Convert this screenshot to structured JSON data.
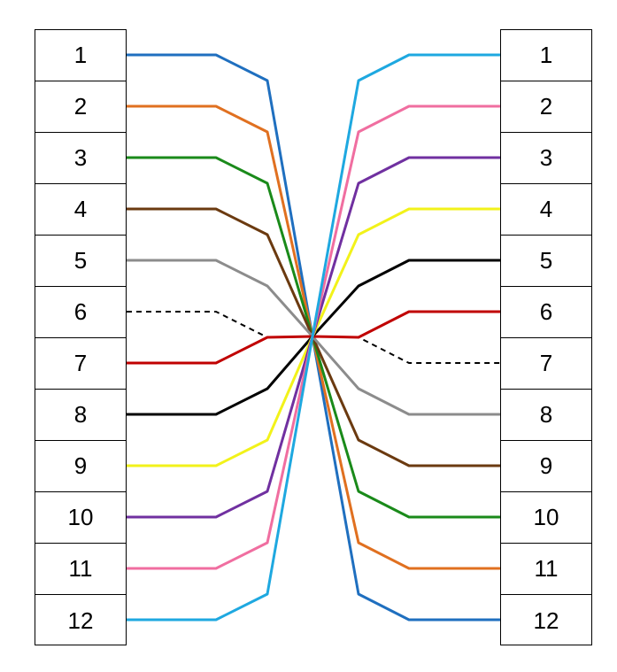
{
  "left_pins": [
    "1",
    "2",
    "3",
    "4",
    "5",
    "6",
    "7",
    "8",
    "9",
    "10",
    "11",
    "12"
  ],
  "right_pins": [
    "1",
    "2",
    "3",
    "4",
    "5",
    "6",
    "7",
    "8",
    "9",
    "10",
    "11",
    "12"
  ],
  "wires": [
    {
      "color": "#1f6fbf",
      "from": 1,
      "to": 12
    },
    {
      "color": "#e07020",
      "from": 2,
      "to": 11
    },
    {
      "color": "#1a8a1a",
      "from": 3,
      "to": 10
    },
    {
      "color": "#6b3a10",
      "from": 4,
      "to": 9
    },
    {
      "color": "#8c8c8c",
      "from": 5,
      "to": 8
    },
    {
      "color": "#000000",
      "from": 6,
      "to": 7,
      "dashed": true
    },
    {
      "color": "#c00000",
      "from": 7,
      "to": 6
    },
    {
      "color": "#000000",
      "from": 8,
      "to": 5
    },
    {
      "color": "#f2f21a",
      "from": 9,
      "to": 4
    },
    {
      "color": "#7030a0",
      "from": 10,
      "to": 3
    },
    {
      "color": "#f06ea0",
      "from": 11,
      "to": 2
    },
    {
      "color": "#1ea8e0",
      "from": 12,
      "to": 1
    }
  ]
}
